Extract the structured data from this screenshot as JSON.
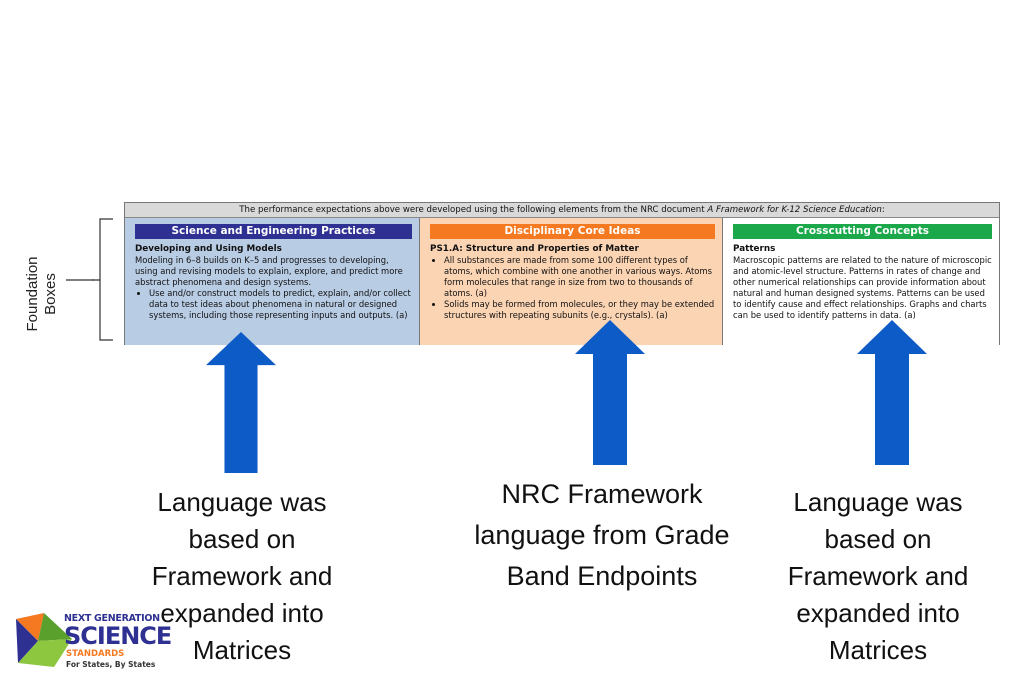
{
  "foundation_label": "Foundation\nBoxes",
  "table": {
    "header_prefix": "The performance expectations above were developed using the following elements from the NRC document ",
    "header_doc": "A Framework for K-12 Science Education",
    "header_suffix": ":",
    "columns": [
      {
        "title": "Science and Engineering Practices",
        "subtitle": "Developing and Using Models",
        "text": "Modeling in 6–8 builds on K–5 and progresses to developing, using and revising models to explain, explore, and predict more abstract phenomena and design systems.",
        "bullets": [
          "Use and/or construct models to predict, explain, and/or collect data to test ideas about phenomena in natural or designed systems, including those representing inputs and outputs. (a)"
        ]
      },
      {
        "title": "Disciplinary Core Ideas",
        "subtitle": "PS1.A:  Structure and Properties of Matter",
        "bullets": [
          "All substances are made from some 100 different types of atoms, which combine with one another in various ways. Atoms form molecules that range in size from two to thousands of atoms. (a)",
          "Solids may be formed from molecules, or they may be extended structures with repeating subunits (e.g., crystals). (a)"
        ]
      },
      {
        "title": "Crosscutting Concepts",
        "subtitle": "Patterns",
        "text": "Macroscopic patterns are related to the nature of microscopic and atomic-level structure. Patterns in rates of change and other numerical relationships can provide information about natural and human designed systems. Patterns can be used to identify cause and effect relationships. Graphs and charts can be used to identify patterns in data. (a)"
      }
    ]
  },
  "captions": [
    "Language was based on Framework and expanded into Matrices",
    "NRC Framework language from Grade Band Endpoints",
    "Language was based on Framework and expanded into Matrices"
  ],
  "logo": {
    "line1": "NEXT GENERATION",
    "line2": "SCIENCE",
    "line3": "STANDARDS",
    "tagline": "For States, By States"
  },
  "colors": {
    "arrow": "#0d5bc6",
    "practices": "#2e3192",
    "core_ideas": "#f47920",
    "crosscutting": "#1aa84b"
  }
}
